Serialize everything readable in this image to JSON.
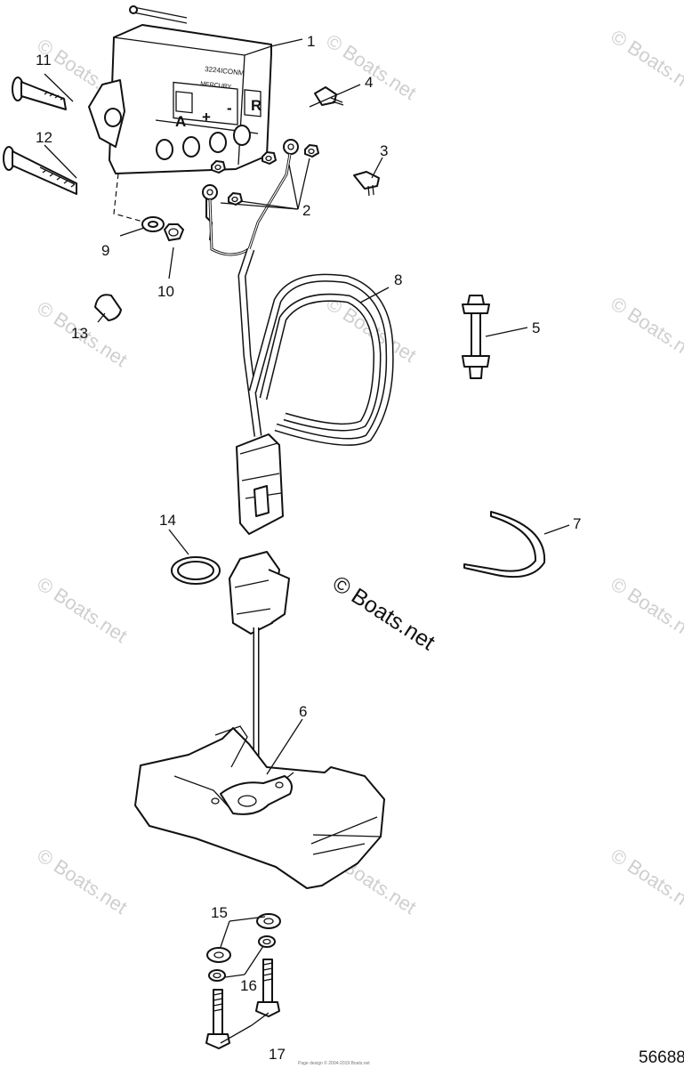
{
  "diagram": {
    "figure_number": "56688",
    "center_watermark": "© Boats.net",
    "watermark_text": "© Boats.net",
    "module_labels": {
      "line1": "3224ICONM",
      "line2": "MERCURY",
      "terminal_a": "A",
      "terminal_plus": "+",
      "terminal_minus": "-",
      "terminal_r": "R"
    },
    "callouts": [
      "1",
      "2",
      "3",
      "4",
      "5",
      "6",
      "7",
      "8",
      "9",
      "10",
      "11",
      "12",
      "13",
      "14",
      "15",
      "16",
      "17"
    ],
    "footer_small": "Page design © 2004-2019 Boats.net"
  }
}
